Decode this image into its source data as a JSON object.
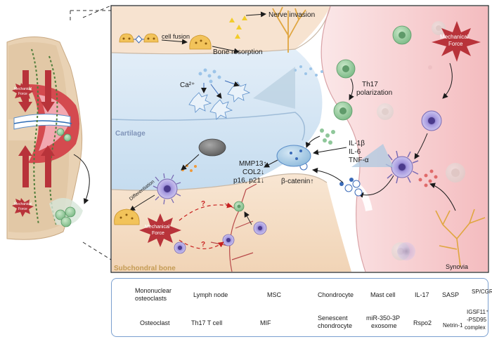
{
  "diagram": {
    "labels": {
      "cell_fusion": "cell fusion",
      "bone_resorption": "Bone resorption",
      "nerve_invasion": "Nerve invasion",
      "ca2": "Ca²⁺",
      "th17_polarization_1": "Th17",
      "th17_polarization_2": "polarization",
      "mechanical_force_right_1": "Mechanical",
      "mechanical_force_right_2": "Force",
      "mechanical_force_left_top_1": "Mechanical",
      "mechanical_force_left_top_2": "Force",
      "mechanical_force_left_bottom_1": "Mechanical",
      "mechanical_force_left_bottom_2": "Force",
      "mechanical_force_bone_1": "Mechanical",
      "mechanical_force_bone_2": "Force",
      "cartilage": "Cartilage",
      "subchondral_bone": "Subchondral bone",
      "synovia": "Synovia",
      "il1b": "IL-1β",
      "il6": "IL-6",
      "tnfa": "TNF-α",
      "mmp13": "MMP13",
      "col2": "COL2",
      "p16p21": "p16, p21",
      "beta_catenin": "β-catenin",
      "differentiation": "Differentiation",
      "question_1": "?",
      "question_2": "?"
    },
    "colors": {
      "cartilage_blue": "#cfe3f3",
      "synovia_pink": "#f6c7c9",
      "bone_tan": "#f4dcc2",
      "th17_green": "#8fc79a",
      "mast_purple": "#8a7bc4",
      "mechanical_red": "#b8333a",
      "red_arrow": "#c8201f",
      "legend_border": "#7a9fcf"
    }
  },
  "legend": {
    "items": [
      {
        "key": "mononuclear_osteoclasts",
        "label_1": "Mononuclear",
        "label_2": "osteoclasts",
        "icon": "mononuclear-osteoclast-icon"
      },
      {
        "key": "lymph_node",
        "label_1": "Lymph node",
        "icon": "lymph-node-icon"
      },
      {
        "key": "msc",
        "label_1": "MSC",
        "icon": "msc-icon"
      },
      {
        "key": "chondrocyte",
        "label_1": "Chondrocyte",
        "icon": "chondrocyte-icon"
      },
      {
        "key": "mast_cell",
        "label_1": "Mast cell",
        "icon": "mast-cell-icon"
      },
      {
        "key": "il17",
        "label_1": "IL-17",
        "icon": "il17-icon"
      },
      {
        "key": "sasp",
        "label_1": "SASP",
        "icon": "sasp-icon"
      },
      {
        "key": "sp_cgrp",
        "label_1": "SP/CGRP",
        "icon": "sp-cgrp-icon"
      },
      {
        "key": "osteoclast",
        "label_1": "Osteoclast",
        "icon": "osteoclast-icon"
      },
      {
        "key": "th17",
        "label_1": "Th17 T cell",
        "icon": "th17-icon"
      },
      {
        "key": "mif",
        "label_1": "MIF",
        "icon": "mif-icon"
      },
      {
        "key": "senescent",
        "label_1": "Senescent",
        "label_2": "chondrocyte",
        "icon": "senescent-chondrocyte-icon"
      },
      {
        "key": "exosome",
        "label_1": "miR-350-3P",
        "label_2": "exosome",
        "icon": "exosome-icon"
      },
      {
        "key": "rspo2",
        "label_1": "Rspo2",
        "icon": "rspo2-icon"
      },
      {
        "key": "netrin",
        "label_1": "Netrin-1",
        "icon": "netrin-icon"
      },
      {
        "key": "igsf11",
        "label_1": "IGSF11⁺",
        "label_2": "-PSD95",
        "label_3": "complex",
        "icon": "igsf11-psd95-icon"
      }
    ]
  }
}
